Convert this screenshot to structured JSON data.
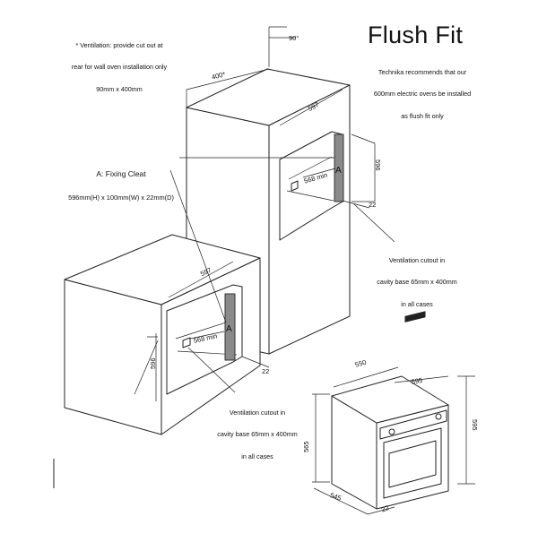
{
  "title": "Flush Fit",
  "recommendation": [
    "Technika recommends that our",
    "600mm electric ovens be installed",
    "as flush fit only"
  ],
  "ventilation_note": [
    "* Ventilation: provide cut out at",
    "rear for wall oven installation only",
    "90mm x 400mm"
  ],
  "fixing_cleat": {
    "heading": "A: Fixing Cleat",
    "size": "596mm(H) x 100mm(W) x 22mm(D)",
    "marker": "A"
  },
  "cutout_wall": [
    "Ventilation cutout in",
    "cavity base 65mm x 400mm",
    "in all cases"
  ],
  "cutout_bench": [
    "Ventilation cutout in",
    "cavity base 65mm x 400mm",
    "in all cases"
  ],
  "dims": {
    "tower_angle": "90°",
    "tower_depth": "400*",
    "tower_width": "597",
    "tower_height": "596",
    "tower_inner_depth": "568 min",
    "tower_gap": "22",
    "bench_width": "597",
    "bench_height": "596",
    "bench_inner_depth": "568 min",
    "bench_gap": "22",
    "oven_width": "550",
    "oven_front_width": "595",
    "oven_total_height": "595",
    "oven_body_height": "565",
    "oven_depth": "545",
    "oven_door_gap": "22"
  }
}
